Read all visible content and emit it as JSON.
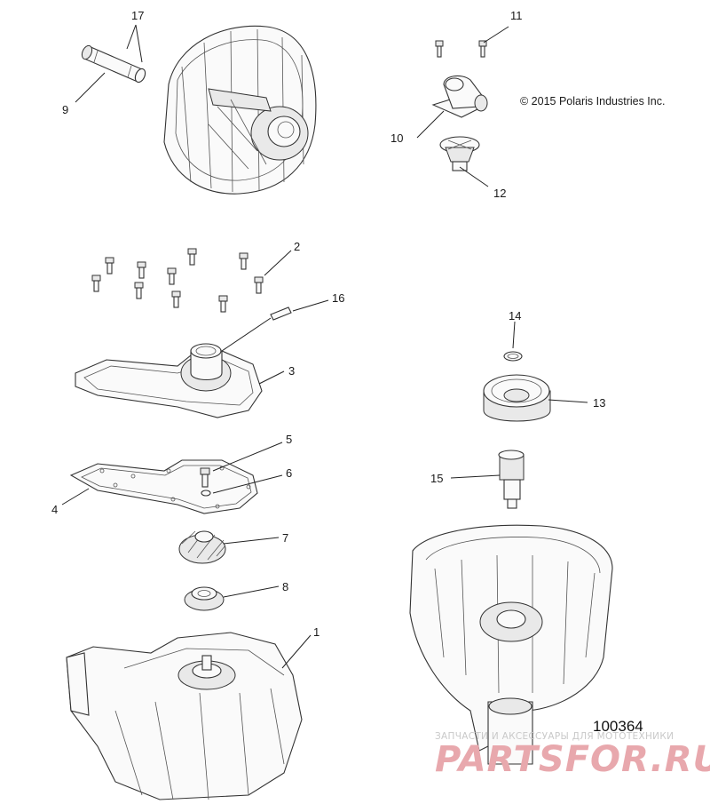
{
  "copyright": "© 2015 Polaris Industries Inc.",
  "figure_number": "100364",
  "watermark": {
    "tagline": "ЗАПЧАСТИ И АКСЕССУАРЫ ДЛЯ МОТОТЕХНИКИ",
    "brand": "PARTSFOR.RU"
  },
  "callouts": {
    "c1": "1",
    "c2": "2",
    "c3": "3",
    "c4": "4",
    "c5": "5",
    "c6": "6",
    "c7": "7",
    "c8": "8",
    "c9": "9",
    "c10": "10",
    "c11": "11",
    "c12": "12",
    "c13": "13",
    "c14": "14",
    "c15": "15",
    "c16": "16",
    "c17": "17"
  },
  "colors": {
    "line": "#333333",
    "watermark_brand": "#e8a8ad",
    "watermark_tagline": "#c9c9c9"
  }
}
